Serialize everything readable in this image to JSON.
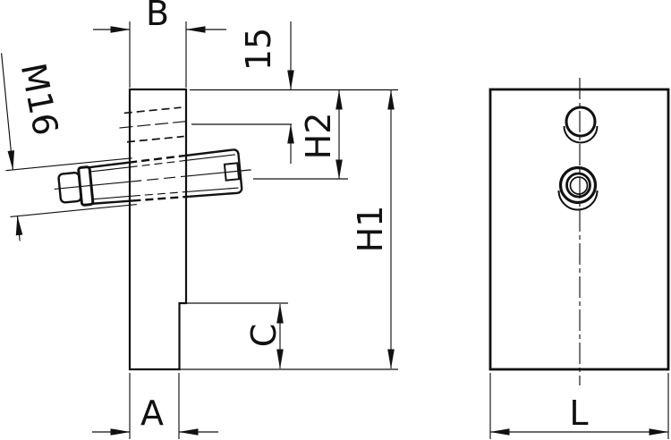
{
  "colors": {
    "background": "#ffffff",
    "line": "#111111"
  },
  "labels": {
    "b": "B",
    "fifteen": "15",
    "h2": "H2",
    "h1": "H1",
    "m16": "M16",
    "c": "C",
    "a": "A",
    "l": "L"
  }
}
